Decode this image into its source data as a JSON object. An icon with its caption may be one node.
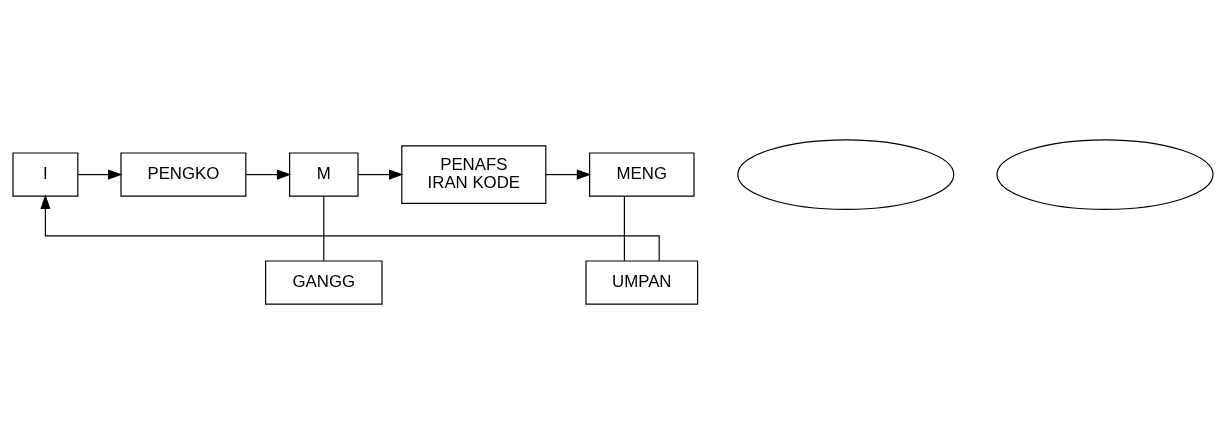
{
  "diagram": {
    "nodes": [
      {
        "text": [
          "I"
        ]
      },
      {
        "text": [
          "PENGKO"
        ]
      },
      {
        "text": [
          "M"
        ]
      },
      {
        "text": [
          "PENAFS",
          "IRAN KODE"
        ]
      },
      {
        "text": [
          "MENG"
        ]
      },
      {
        "text": [
          "GANGG"
        ]
      },
      {
        "text": [
          "UMPAN"
        ]
      },
      {
        "text": [],
        "shape": "ellipse"
      },
      {
        "text": [],
        "shape": "ellipse"
      }
    ],
    "edges": [
      {
        "from": 0,
        "to": 1,
        "arrow": "to"
      },
      {
        "from": 1,
        "to": 2,
        "arrow": "to"
      },
      {
        "from": 2,
        "to": 3,
        "arrow": "to"
      },
      {
        "from": 3,
        "to": 4,
        "arrow": "to"
      },
      {
        "from": 2,
        "to": 5,
        "arrow": "none"
      },
      {
        "from": 4,
        "to": 6,
        "arrow": "none"
      },
      {
        "from": 6,
        "to": 0,
        "arrow": "to"
      }
    ]
  }
}
